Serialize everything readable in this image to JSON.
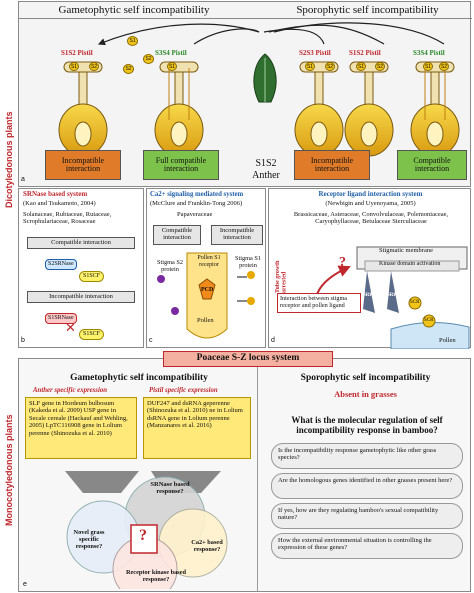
{
  "side_labels": {
    "dicot": "Dicotyledonous plants",
    "monocot": "Monocotyledonous plants"
  },
  "top": {
    "gameto_title": "Gametophytic self incompatibility",
    "sporo_title": "Sporophytic self incompatibility",
    "pistil_s1s2": "S1S2 Pistil",
    "pistil_s3s4": "S3S4 Pistil",
    "pistil_s2s3": "S2S3 Pistil",
    "pistil_s1s2_b": "S1S2 Pistil",
    "pistil_s3s4_b": "S3S4 Pistil",
    "anther_label": "S1S2",
    "anther_word": "Anther",
    "box_incompatible": "Incompatible interaction",
    "box_full_compatible": "Full compatible interaction",
    "box_incompatible_2": "Incompatible interaction",
    "box_compatible": "Compatible interaction",
    "letter": "a",
    "pollen": [
      "S1",
      "S2",
      "S1",
      "S2",
      "S2",
      "S1",
      "S1",
      "S2",
      "S1",
      "S1",
      "S2",
      "S2"
    ]
  },
  "panel_b": {
    "title": "SRNase based system",
    "cite": "(Kao and Tsukamoto, 2004)",
    "families": "Solanaceae, Rubiaceae, Rutaceae, Scrophulariaceae, Rosaceae",
    "compatible": "Compatible interaction",
    "s2srnase": "S2SRNase",
    "s1scf": "S1SCF",
    "incompatible": "Incompatible interaction",
    "s1srnase": "S1SRNase",
    "s1scf_b": "S1SCF",
    "letter": "b"
  },
  "panel_c": {
    "title": "Ca2+ signaling mediated system",
    "cite": "(McClure and Franklin-Tong 2006)",
    "family": "Papaveraceae",
    "compatible": "Compatible interaction",
    "incompatible": "Incompatible interaction",
    "pollen_s1": "Pollen S1 receptor",
    "stigma_s2": "Stigma S2 protein",
    "stigma_s1": "Stigma S1 protein",
    "pcd": "PCD",
    "pollen": "Pollen",
    "letter": "c"
  },
  "panel_d": {
    "title": "Receptor ligand interaction system",
    "cite": "(Newbigin and Uyenoyama, 2005)",
    "families": "Brassicaceae, Asteraceae, Convolvulaceae, Polemoniaceae, Caryophyllaceae, Betulaceae Sterculiaceae",
    "tube": "Tube growth arrested",
    "membrane": "Stigmatic membrane",
    "kinase": "Kinase domain activation",
    "srk": "SRK",
    "srk2": "SRK",
    "scr": "SCR",
    "scr2": "SCR",
    "interaction": "Interaction between stigma receptor and pollen ligand",
    "pollen": "Pollen",
    "qmark": "?",
    "letter": "d"
  },
  "poaceae": {
    "title": "Poaceae S-Z locus system",
    "gameto_title": "Gametophytic self incompatibility",
    "sporo_title": "Sporophytic self incompatibility",
    "absent": "Absent in grasses",
    "anther_hdr": "Anther specific expression",
    "pistil_hdr": "Pistil specific expression",
    "anther_text": "SLF gene in Hordeum bulbosum (Kakeda et al. 2009)  USP gene in Secale cereale (Hackauf and Wehling, 2005)  LpTC116908 gene in Lolium perenne (Shinozuka et al. 2010)",
    "pistil_text": "DUF247 and dsRNA geperenne (Shinozuka et al. 2010) ne in Lolium dsRNA gene in Lolium perenne (Manzanares et al. 2016)",
    "question": "What is the molecular regulation of self incompatibility response in bamboo?",
    "bullets": [
      "Is the incompatibility response gametophytic like other grass species?",
      "Are the homologous genes identified in other grasses present here?",
      "If yes, how are they regulating bamboo's sexual compatibility nature?",
      "How the external environmental situation is controlling the expression of these genes?"
    ],
    "venn": {
      "srnase": "SRNase based response?",
      "ca": "Ca2+ based response?",
      "receptor": "Receptor kinase based response?",
      "novel": "Novel grass specific response?",
      "q": "?"
    },
    "letter": "e"
  },
  "colors": {
    "red": "#c0272d",
    "blue": "#1f5fa8",
    "green": "#2a8a2a",
    "orange": "#e07b2a",
    "lightgreen": "#7dc24a",
    "gold": "#f2c318"
  }
}
